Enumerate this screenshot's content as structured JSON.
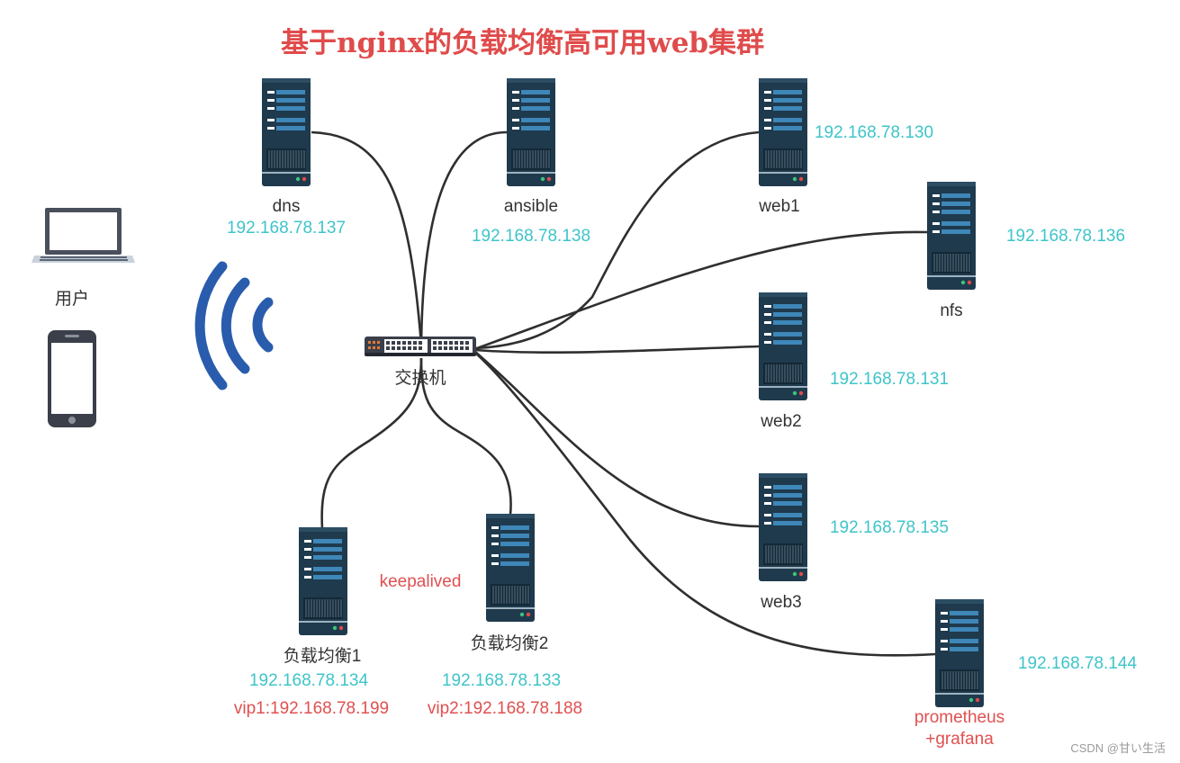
{
  "title": "基于nginx的负载均衡高可用web集群",
  "user_label": "用户",
  "switch_label": "交换机",
  "keepalived_label": "keepalived",
  "watermark": "CSDN @甘い生活",
  "nodes": {
    "dns": {
      "name": "dns",
      "ip": "192.168.78.137"
    },
    "ansible": {
      "name": "ansible",
      "ip": "192.168.78.138"
    },
    "web1": {
      "name": "web1",
      "ip": "192.168.78.130"
    },
    "nfs": {
      "name": "nfs",
      "ip": "192.168.78.136"
    },
    "web2": {
      "name": "web2",
      "ip": "192.168.78.131"
    },
    "web3": {
      "name": "web3",
      "ip": "192.168.78.135"
    },
    "prom": {
      "name_line1": "prometheus",
      "name_line2": "+grafana",
      "ip": "192.168.78.144"
    },
    "lb1": {
      "name": "负载均衡1",
      "ip": "192.168.78.134",
      "vip": "vip1:192.168.78.199"
    },
    "lb2": {
      "name": "负载均衡2",
      "ip": "192.168.78.133",
      "vip": "vip2:192.168.78.188"
    }
  },
  "colors": {
    "title": "#e04b4b",
    "ip_text": "#3fc4c9",
    "highlight_text": "#e05050",
    "server_body": "#1f3a4d",
    "server_panel": "#3e87b8",
    "wifi": "#2a5cad",
    "cable": "#2f2f2f"
  },
  "icons": [
    "server-icon",
    "switch-icon",
    "laptop-icon",
    "phone-icon",
    "wifi-signal-icon"
  ]
}
